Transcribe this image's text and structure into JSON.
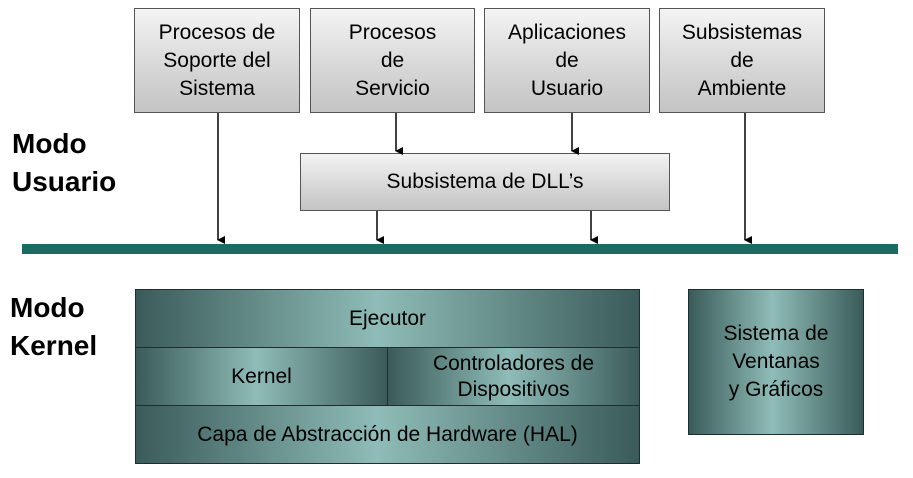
{
  "labels": {
    "user_mode": "Modo\nUsuario",
    "kernel_mode": "Modo\nKernel"
  },
  "user_mode": {
    "processes": [
      "Procesos de\nSoporte del\nSistema",
      "Procesos\nde\nServicio",
      "Aplicaciones\nde\nUsuario",
      "Subsistemas\nde\nAmbiente"
    ],
    "dll_subsystem": "Subsistema de DLL’s"
  },
  "kernel_mode": {
    "executive": "Ejecutor",
    "kernel": "Kernel",
    "device_drivers": "Controladores de\nDispositivos",
    "hal": "Capa de Abstracción de Hardware (HAL)",
    "windowing": "Sistema de\nVentanas\ny Gráficos"
  },
  "colors": {
    "divider": "#1a6b62",
    "user_box_fill": "#d8d8d8",
    "kernel_box_dark": "#3a5b59",
    "kernel_box_light": "#8fbcb8"
  }
}
